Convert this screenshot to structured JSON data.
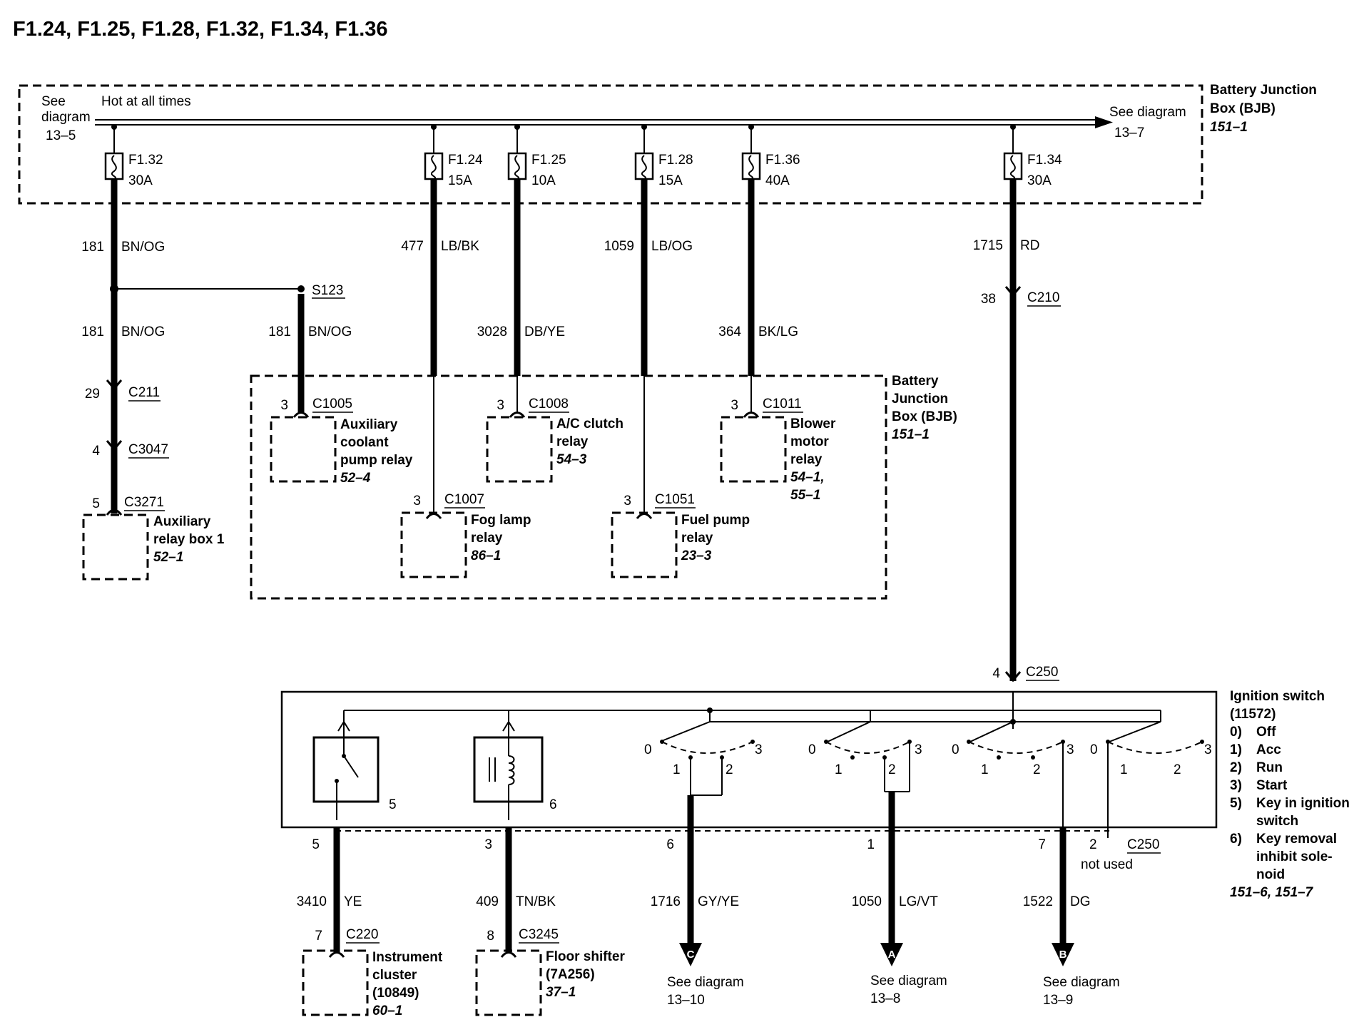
{
  "title": "F1.24, F1.25, F1.28, F1.32, F1.34, F1.36",
  "bus": {
    "left_ref": [
      "See",
      "diagram",
      "13–5"
    ],
    "label": "Hot at all times",
    "right_ref": [
      "See diagram",
      "13–7"
    ]
  },
  "bjb_top": {
    "lines": [
      "Battery Junction",
      "Box (BJB)"
    ],
    "ref": "151–1"
  },
  "fuses": [
    {
      "id": "F1.32",
      "rating": "30A"
    },
    {
      "id": "F1.24",
      "rating": "15A"
    },
    {
      "id": "F1.25",
      "rating": "10A"
    },
    {
      "id": "F1.28",
      "rating": "15A"
    },
    {
      "id": "F1.36",
      "rating": "40A"
    },
    {
      "id": "F1.34",
      "rating": "30A"
    }
  ],
  "wires": [
    {
      "circuit": "181",
      "color": "BN/OG"
    },
    {
      "circuit": "181",
      "color": "BN/OG"
    },
    {
      "circuit": "181",
      "color": "BN/OG"
    },
    {
      "circuit": "477",
      "color": "LB/BK"
    },
    {
      "circuit": "3028",
      "color": "DB/YE"
    },
    {
      "circuit": "1059",
      "color": "LB/OG"
    },
    {
      "circuit": "364",
      "color": "BK/LG"
    },
    {
      "circuit": "1715",
      "color": "RD"
    },
    {
      "circuit": "3410",
      "color": "YE"
    },
    {
      "circuit": "409",
      "color": "TN/BK"
    },
    {
      "circuit": "1716",
      "color": "GY/YE"
    },
    {
      "circuit": "1050",
      "color": "LG/VT"
    },
    {
      "circuit": "1522",
      "color": "DG"
    }
  ],
  "splice": "S123",
  "connectors": [
    {
      "pin": "29",
      "id": "C211"
    },
    {
      "pin": "4",
      "id": "C3047"
    },
    {
      "pin": "5",
      "id": "C3271"
    },
    {
      "pin": "3",
      "id": "C1005"
    },
    {
      "pin": "3",
      "id": "C1008"
    },
    {
      "pin": "3",
      "id": "C1011"
    },
    {
      "pin": "3",
      "id": "C1007"
    },
    {
      "pin": "3",
      "id": "C1051"
    },
    {
      "pin": "38",
      "id": "C210"
    },
    {
      "pin": "4",
      "id": "C250"
    },
    {
      "pin": "7",
      "id": "C220"
    },
    {
      "pin": "8",
      "id": "C3245"
    },
    {
      "pin": "2",
      "id": "C250"
    }
  ],
  "bjb_inner": {
    "lines": [
      "Battery",
      "Junction",
      "Box (BJB)"
    ],
    "ref": "151–1"
  },
  "components": [
    {
      "lines": [
        "Auxiliary",
        "relay box 1"
      ],
      "ref": "52–1"
    },
    {
      "lines": [
        "Auxiliary",
        "coolant",
        "pump relay"
      ],
      "ref": "52–4"
    },
    {
      "lines": [
        "A/C clutch",
        "relay"
      ],
      "ref": "54–3"
    },
    {
      "lines": [
        "Blower",
        "motor",
        "relay"
      ],
      "ref": [
        "54–1,",
        "55–1"
      ]
    },
    {
      "lines": [
        "Fog lamp",
        "relay"
      ],
      "ref": "86–1"
    },
    {
      "lines": [
        "Fuel pump",
        "relay"
      ],
      "ref": "23–3"
    },
    {
      "lines": [
        "Instrument",
        "cluster",
        "(10849)"
      ],
      "ref": "60–1"
    },
    {
      "lines": [
        "Floor shifter",
        "(7A256)"
      ],
      "ref": "37–1"
    }
  ],
  "ignition": {
    "title": [
      "Ignition switch",
      "(11572)"
    ],
    "positions": [
      {
        "key": "0)",
        "label": "Off"
      },
      {
        "key": "1)",
        "label": "Acc"
      },
      {
        "key": "2)",
        "label": "Run"
      },
      {
        "key": "3)",
        "label": "Start"
      },
      {
        "key": "5)",
        "label": [
          "Key in ignition",
          "switch"
        ]
      },
      {
        "key": "6)",
        "label": [
          "Key removal",
          "inhibit sole-",
          "noid"
        ]
      }
    ],
    "ref": "151–6, 151–7",
    "inner_pins": [
      "5",
      "6"
    ],
    "switch_pos": [
      "0",
      "1",
      "2",
      "3"
    ],
    "out_pins": [
      "5",
      "3",
      "6",
      "1",
      "7"
    ],
    "not_used": "not used"
  },
  "outputs": [
    {
      "letter": "C",
      "ref": [
        "See diagram",
        "13–10"
      ]
    },
    {
      "letter": "A",
      "ref": [
        "See diagram",
        "13–8"
      ]
    },
    {
      "letter": "B",
      "ref": [
        "See diagram",
        "13–9"
      ]
    }
  ]
}
